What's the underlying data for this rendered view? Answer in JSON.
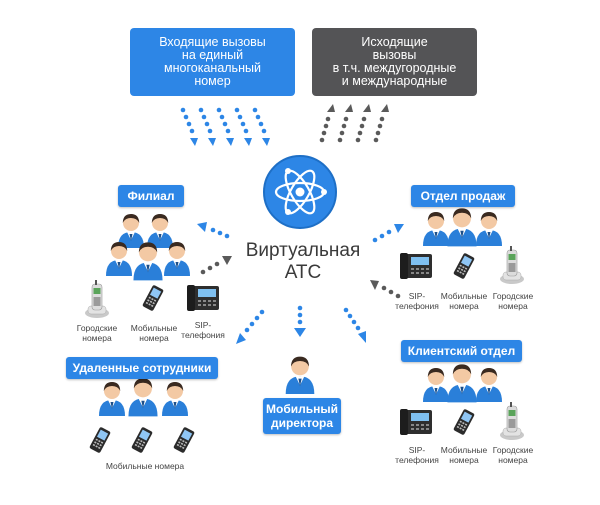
{
  "banners": {
    "incoming": [
      "Входящие вызовы",
      "на единый",
      "многоканальный",
      "номер"
    ],
    "outgoing": [
      "Исходящие",
      "вызовы",
      "в т.ч. междугородные",
      "и международные"
    ]
  },
  "center": {
    "title_line1": "Виртуальная",
    "title_line2": "АТС",
    "logo_icon": "atom-icon"
  },
  "groups": {
    "branch": {
      "label": "Филиал",
      "captions": {
        "city": [
          "Городские",
          "номера"
        ],
        "mobile": [
          "Мобильные",
          "номера"
        ],
        "sip": [
          "SIP-",
          "телефония"
        ]
      }
    },
    "sales": {
      "label": "Отдел продаж",
      "captions": {
        "sip": [
          "SIP-",
          "телефония"
        ],
        "mobile": [
          "Мобильные",
          "номера"
        ],
        "city": [
          "Городские",
          "номера"
        ]
      }
    },
    "remote": {
      "label": "Удаленные сотрудники",
      "caption": "Мобильные номера"
    },
    "director": {
      "label_line1": "Мобильный",
      "label_line2": "директора"
    },
    "clients": {
      "label": "Клиентский отдел",
      "captions": {
        "sip": [
          "SIP-",
          "телефония"
        ],
        "mobile": [
          "Мобильные",
          "номера"
        ],
        "city": [
          "Городские",
          "номера"
        ]
      }
    }
  },
  "colors": {
    "primary": "#2d86e6",
    "dark": "#545456",
    "person_blue": "#2a7fd9",
    "face": "#f3c9a4"
  }
}
